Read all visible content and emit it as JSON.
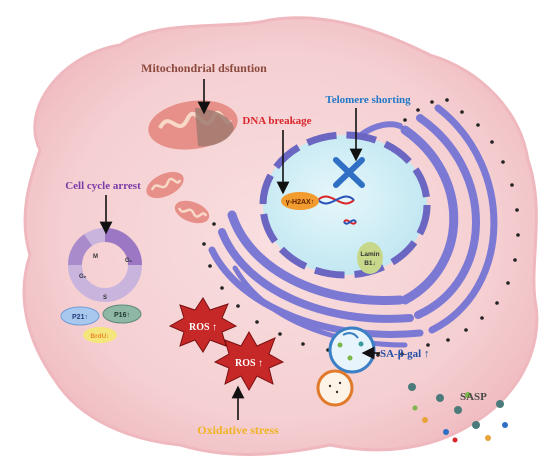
{
  "labels": {
    "mito": "Mitochondrial dsfuntion",
    "dna": "DNA breakage",
    "telomere": "Telomere shorting",
    "cellcycle": "Cell cycle arrest",
    "oxidative": "Oxidative stress",
    "sabgal": "SA-β-gal ↑",
    "sasp": "SASP",
    "h2ax": "γ-H2AX↑",
    "lamin_a": "Lamin",
    "lamin_b": "B1↓",
    "ros1": "ROS ↑",
    "ros2": "ROS ↑",
    "p21": "P21↑",
    "p16": "P16↑",
    "brdu": "BrdU↓",
    "phase_m": "M",
    "phase_g1": "G₁",
    "phase_g2": "G₂",
    "phase_s": "S"
  },
  "colors": {
    "mito_label": "#8c4a3e",
    "dna_label": "#d8262b",
    "telomere_label": "#1f78c8",
    "cellcycle_label": "#7a3aa8",
    "oxidative_label": "#f0b323",
    "sabgal_label": "#1f4fa8",
    "sasp_label": "#4a4a4a",
    "cell_body": "#f6d2d4",
    "nucleus": "#cfeef6",
    "nucleus_border": "#6b66c2",
    "er": "#7b79d4",
    "ros_star": "#c62828"
  }
}
